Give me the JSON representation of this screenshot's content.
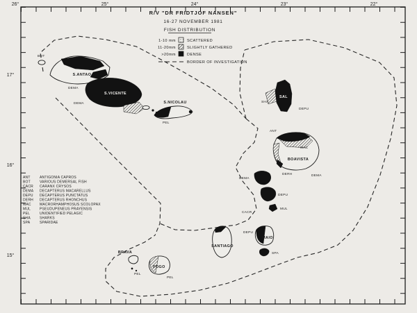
{
  "title_block": {
    "vessel": "R/V \"DR FRIDTJOF NANSEN\"",
    "dates": "16-27 NOVEMBER 1981",
    "subject": "FISH DISTRIBUTION"
  },
  "density_legend": {
    "rows": [
      {
        "size": "1-10 mm",
        "label": "SCATTERED"
      },
      {
        "size": "11-20mm",
        "label": "SLIGHTLY GATHERED"
      },
      {
        "size": ">20mm",
        "label": "DENSE"
      }
    ],
    "border_label": "BORDER OF INVESTIGATION"
  },
  "axes": {
    "top": [
      "26°",
      "25°",
      "24°",
      "23°",
      "22°"
    ],
    "left": [
      "17°",
      "16°",
      "15°"
    ]
  },
  "species_legend": [
    {
      "code": "ANT",
      "name": "ANTIGONIA CAPROS"
    },
    {
      "code": "BOT",
      "name": "VARIOUS DEMERSAL FISH"
    },
    {
      "code": "CACR",
      "name": "CARANX CRYSOS"
    },
    {
      "code": "DEMA",
      "name": "DECAPTERUS MACARELLUS"
    },
    {
      "code": "DEPU",
      "name": "DECAPTERUS PUNCTATUS"
    },
    {
      "code": "DERH",
      "name": "DECAPTERUS RHONCHUS"
    },
    {
      "code": "MAC",
      "name": "MACRORHAMPHOSUS SCOLOPAX"
    },
    {
      "code": "MUL",
      "name": "PSEUDUPENEUS PRAYENSIS"
    },
    {
      "code": "PEL",
      "name": "UNIDENTIFIED PELAGIC"
    },
    {
      "code": "SHA",
      "name": "SHARKS"
    },
    {
      "code": "SPA",
      "name": "SPARIDAE"
    }
  ],
  "map_labels": [
    "BOT",
    "DEMA",
    "S.ANTAO",
    "S.VICENTE",
    "DEMA",
    "S.NICOLAU",
    "PEL",
    "SHA",
    "SAL",
    "DEPU",
    "ANT",
    "MAC",
    "BOAVISTA",
    "DEMA",
    "DERH",
    "DEMA",
    "DEPU",
    "CACR",
    "MUL",
    "MAIO",
    "DEPU",
    "SPA",
    "SANTIAGO",
    "FOGO",
    "PEL",
    "PEL",
    "BRAVA"
  ],
  "colors": {
    "ink": "#1b1b1b",
    "paper": "#edebe7"
  }
}
